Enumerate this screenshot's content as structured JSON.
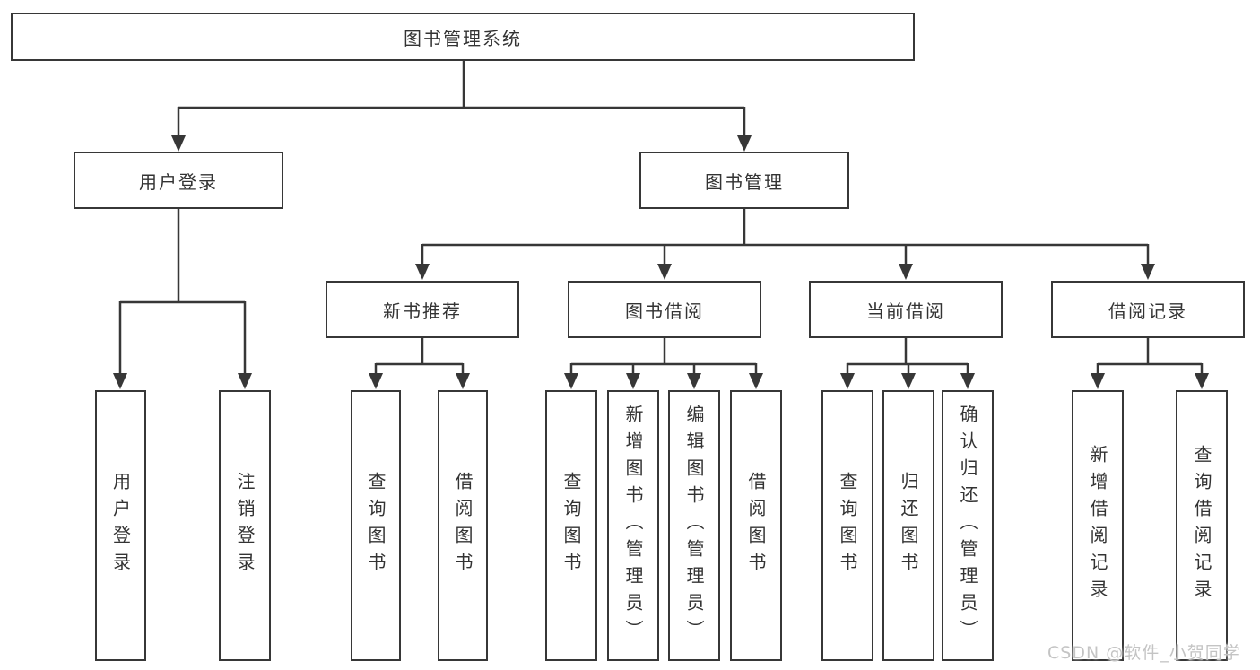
{
  "root": {
    "label": "图书管理系统"
  },
  "branches": {
    "login": {
      "label": "用户登录",
      "leaves": [
        "用户登录",
        "注销登录"
      ]
    },
    "management": {
      "label": "图书管理",
      "groups": [
        {
          "label": "新书推荐",
          "leaves": [
            "查询图书",
            "借阅图书"
          ]
        },
        {
          "label": "图书借阅",
          "leaves": [
            "查询图书",
            "新增图书（管理员）",
            "编辑图书（管理员）",
            "借阅图书"
          ]
        },
        {
          "label": "当前借阅",
          "leaves": [
            "查询图书",
            "归还图书",
            "确认归还（管理员）"
          ]
        },
        {
          "label": "借阅记录",
          "leaves": [
            "新增借阅记录",
            "查询借阅记录"
          ]
        }
      ]
    }
  },
  "watermark": {
    "text": "CSDN @软件_小贺同学"
  },
  "colors": {
    "line": "#373737",
    "text": "#333333",
    "background": "#ffffff",
    "watermark": "#c4c4c4"
  }
}
